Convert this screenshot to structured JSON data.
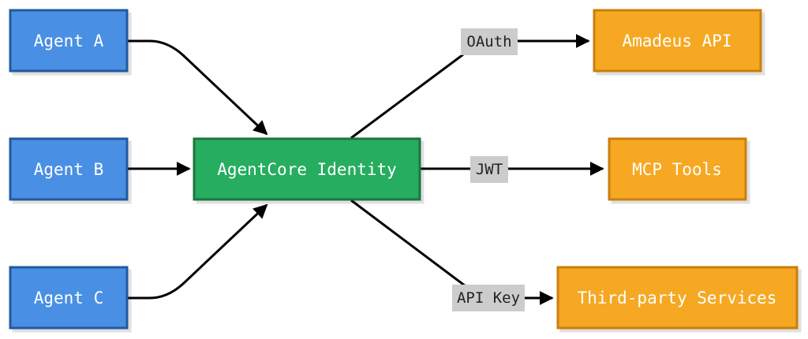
{
  "colors": {
    "agent_fill": "#4a8fe4",
    "agent_stroke": "#245a9e",
    "identity_fill": "#26ad5f",
    "identity_stroke": "#1a7440",
    "service_fill": "#f6a823",
    "service_stroke": "#c97f0d",
    "edge": "#000000",
    "label_bg": "#cccccc"
  },
  "nodes": {
    "agent_a": "Agent A",
    "agent_b": "Agent B",
    "agent_c": "Agent C",
    "identity": "AgentCore Identity",
    "amadeus": "Amadeus API",
    "mcp": "MCP Tools",
    "third_party": "Third-party Services"
  },
  "edge_labels": {
    "oauth": "OAuth",
    "jwt": "JWT",
    "api_key": "API Key"
  }
}
